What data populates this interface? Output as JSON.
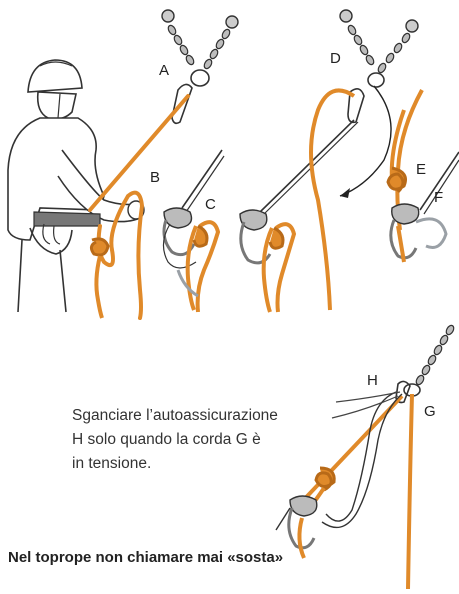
{
  "labels": {
    "A": "A",
    "B": "B",
    "C": "C",
    "D": "D",
    "E": "E",
    "F": "F",
    "G": "G",
    "H": "H"
  },
  "caption": {
    "line1": "Sganciare l’autoassicurazione",
    "line2": "H solo quando la corda G è",
    "line3": "in tensione."
  },
  "footnote": "Nel toprope non chiamare mai «sosta»",
  "colors": {
    "rope": "#e08a2a",
    "rope_dark": "#b86a18",
    "line": "#333333",
    "sling": "#9aa0a6",
    "background": "#ffffff"
  }
}
